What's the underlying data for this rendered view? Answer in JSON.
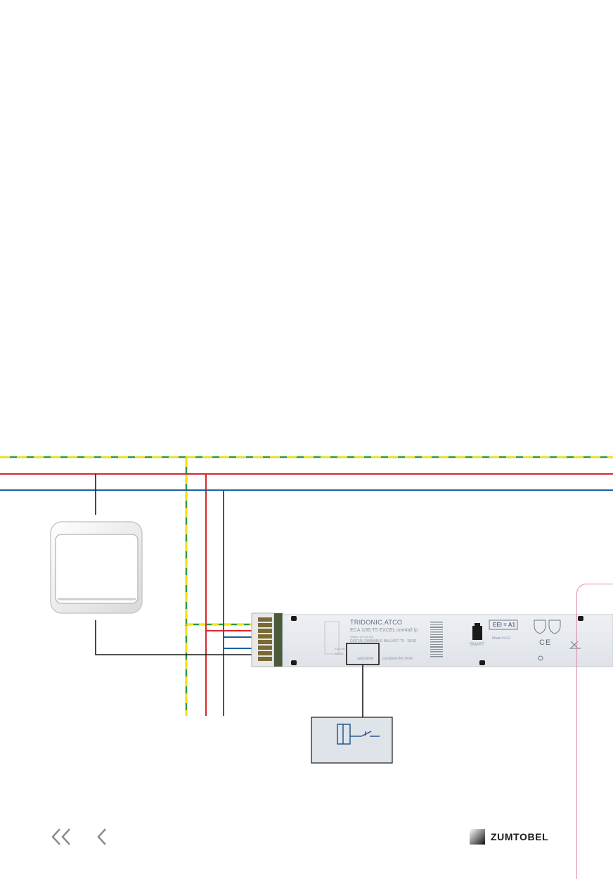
{
  "ballast": {
    "brand": "TRIDONIC.ATCO",
    "model": "ECA 1/35 T5 EXCEL one4all lp",
    "article": "Article: 22 176 101",
    "digital_line": "DIGITAL DIMMABLE BALLAST T5 · 1BSS",
    "switch_label": "switchDIM",
    "function_label": "corridorFUNCTION",
    "smart_label": "SMART",
    "eei_label": "EEI = A1",
    "made_in": "Made in EU",
    "ce_mark": "C E",
    "terminals": [
      "DA1/N1",
      "DA/N2"
    ]
  },
  "footer": {
    "brand": "ZUMTOBEL",
    "nav_first_icon": "double-chevron-left-icon",
    "nav_prev_icon": "chevron-left-icon"
  },
  "colors": {
    "earth_green": "#2a9a4a",
    "earth_yellow": "#f2e21a",
    "live": "#d8262b",
    "neutral": "#1c5fa0",
    "control": "#1a1a1a",
    "panel_pink": "#e48bb0"
  }
}
